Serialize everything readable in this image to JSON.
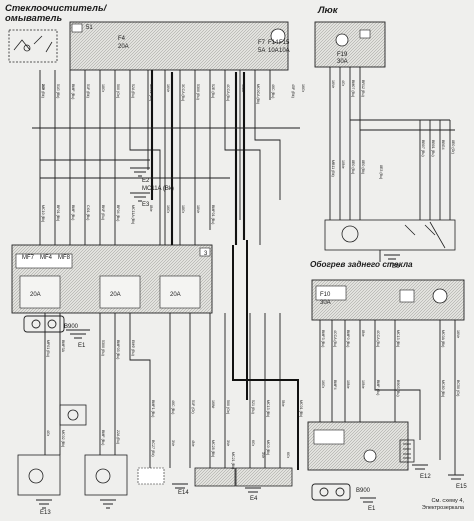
{
  "titles": {
    "wiper_line1": "Стеклоочиститель/",
    "wiper_line2": "омыватель",
    "sunroof": "Люк",
    "rear_defrost": "Обогрев заднего стекла"
  },
  "footnote": {
    "line1": "См. схему 4,",
    "line2": "Электрозеркала"
  },
  "components": [
    {
      "id": "c_top",
      "text": "51"
    },
    {
      "id": "c_f4",
      "text": "F4"
    },
    {
      "id": "c_f4a",
      "text": "20A"
    },
    {
      "id": "c_f7",
      "text": "F7"
    },
    {
      "id": "c_f14",
      "text": "F14"
    },
    {
      "id": "c_f15",
      "text": "F15"
    },
    {
      "id": "c_f7a",
      "text": "5A"
    },
    {
      "id": "c_f14a",
      "text": "10A"
    },
    {
      "id": "c_f15a",
      "text": "10A"
    },
    {
      "id": "c_mc11",
      "text": "MC11A (Bk)"
    },
    {
      "id": "c_e2",
      "text": "E2"
    },
    {
      "id": "c_e3",
      "text": "E3"
    },
    {
      "id": "c_mf7",
      "text": "MF7"
    },
    {
      "id": "c_mf4",
      "text": "MF4"
    },
    {
      "id": "c_mf8",
      "text": "MF8"
    },
    {
      "id": "c_3",
      "text": "3"
    },
    {
      "id": "c_20a1",
      "text": "20A"
    },
    {
      "id": "c_20a2",
      "text": "20A"
    },
    {
      "id": "c_20a3",
      "text": "20A"
    },
    {
      "id": "c_b900",
      "text": "B900"
    },
    {
      "id": "c_e1",
      "text": "E1"
    },
    {
      "id": "c_e13",
      "text": "E13"
    },
    {
      "id": "c_e14",
      "text": "E14"
    },
    {
      "id": "c_e4",
      "text": "E4"
    },
    {
      "id": "c_sun_f19",
      "text": "F19"
    },
    {
      "id": "c_sun_30a",
      "text": "30A"
    },
    {
      "id": "c_sun_e6",
      "text": "E6"
    },
    {
      "id": "c_rd_f10",
      "text": "F10"
    },
    {
      "id": "c_rd_30a",
      "text": "30A"
    },
    {
      "id": "c_rd_e12",
      "text": "E12"
    },
    {
      "id": "c_rd_e15",
      "text": "E15"
    },
    {
      "id": "c_rd_b900",
      "text": "B900"
    },
    {
      "id": "c_rd_e1",
      "text": "E1"
    }
  ],
  "wire_labels": [
    "51F (Bk)",
    "51G (Bk)",
    "BMF (Bu)",
    "51F (Bk)",
    "18Gr",
    "500 (Gn)",
    "52A (Bu)",
    "MC01 (Bk)",
    "16Ve",
    "3CCA (Bu)",
    "5300 (Bu)",
    "52E (Bu)",
    "4CCA (Bu)",
    "40Bk",
    "MC0CA (Bk)",
    "46C (Bu)",
    "45F (Bk)",
    "16Gr",
    "MC10 (Bk)",
    "BF01 (Bk)",
    "BMF (Bu)",
    "CI01 (Bu)",
    "BNF (Bu)",
    "BF04 (Bu)",
    "MC11A (Bk)",
    "8Ne",
    "16Gr",
    "18Gr",
    "18Ve",
    "BMF01 (Bu)",
    "MF01 (Bu)",
    "BMF3A",
    "5300 (Bu)",
    "BMF03 (Bu)",
    "ЕМФ (Bu)",
    "BMF1 (Bu)",
    "46C (Bu)",
    "51F (Gr)",
    "16Wr",
    "500 (Gn)",
    "521 (Bu)",
    "MC13 (Bk)",
    "5Ne",
    "MC01 (Bk)",
    "4Gr",
    "MC02 (Bk)",
    "BMF (Bu)",
    "22A (Bu)",
    "BC27 (Bk)",
    "3Ve",
    "4Ne",
    "MC28 (Bk)",
    "3Ve",
    "6Gr",
    "MC0 (Bk)",
    "16Ve",
    "4Gr",
    "BM07 (Bu)",
    "BR12 (Bu)",
    "BB07 (Bu)",
    "BB01 (Bu)",
    "BBG4",
    "8E0 (Gr)",
    "MB11 (Bk)",
    "10Ne",
    "8E0 (Bu)",
    "8E0 (Bk)",
    "8E3 (Bu)",
    "BMF3 (Bu)",
    "4CCA (Bu)",
    "BMF0 (Bu)",
    "8Ne",
    "4CCA (Bu)",
    "MC13 (Bk)",
    "MC0A (Bk)",
    "16Ve",
    "16Gr",
    "BMF4",
    "10Ne",
    "10Ne",
    "BMF (Bu)",
    "B90S (Bu)",
    "MC80 (Bk)",
    "BC50 (Gr)",
    "MC21 (Bk)",
    "3Ve",
    "6Gr",
    "2Gr"
  ]
}
